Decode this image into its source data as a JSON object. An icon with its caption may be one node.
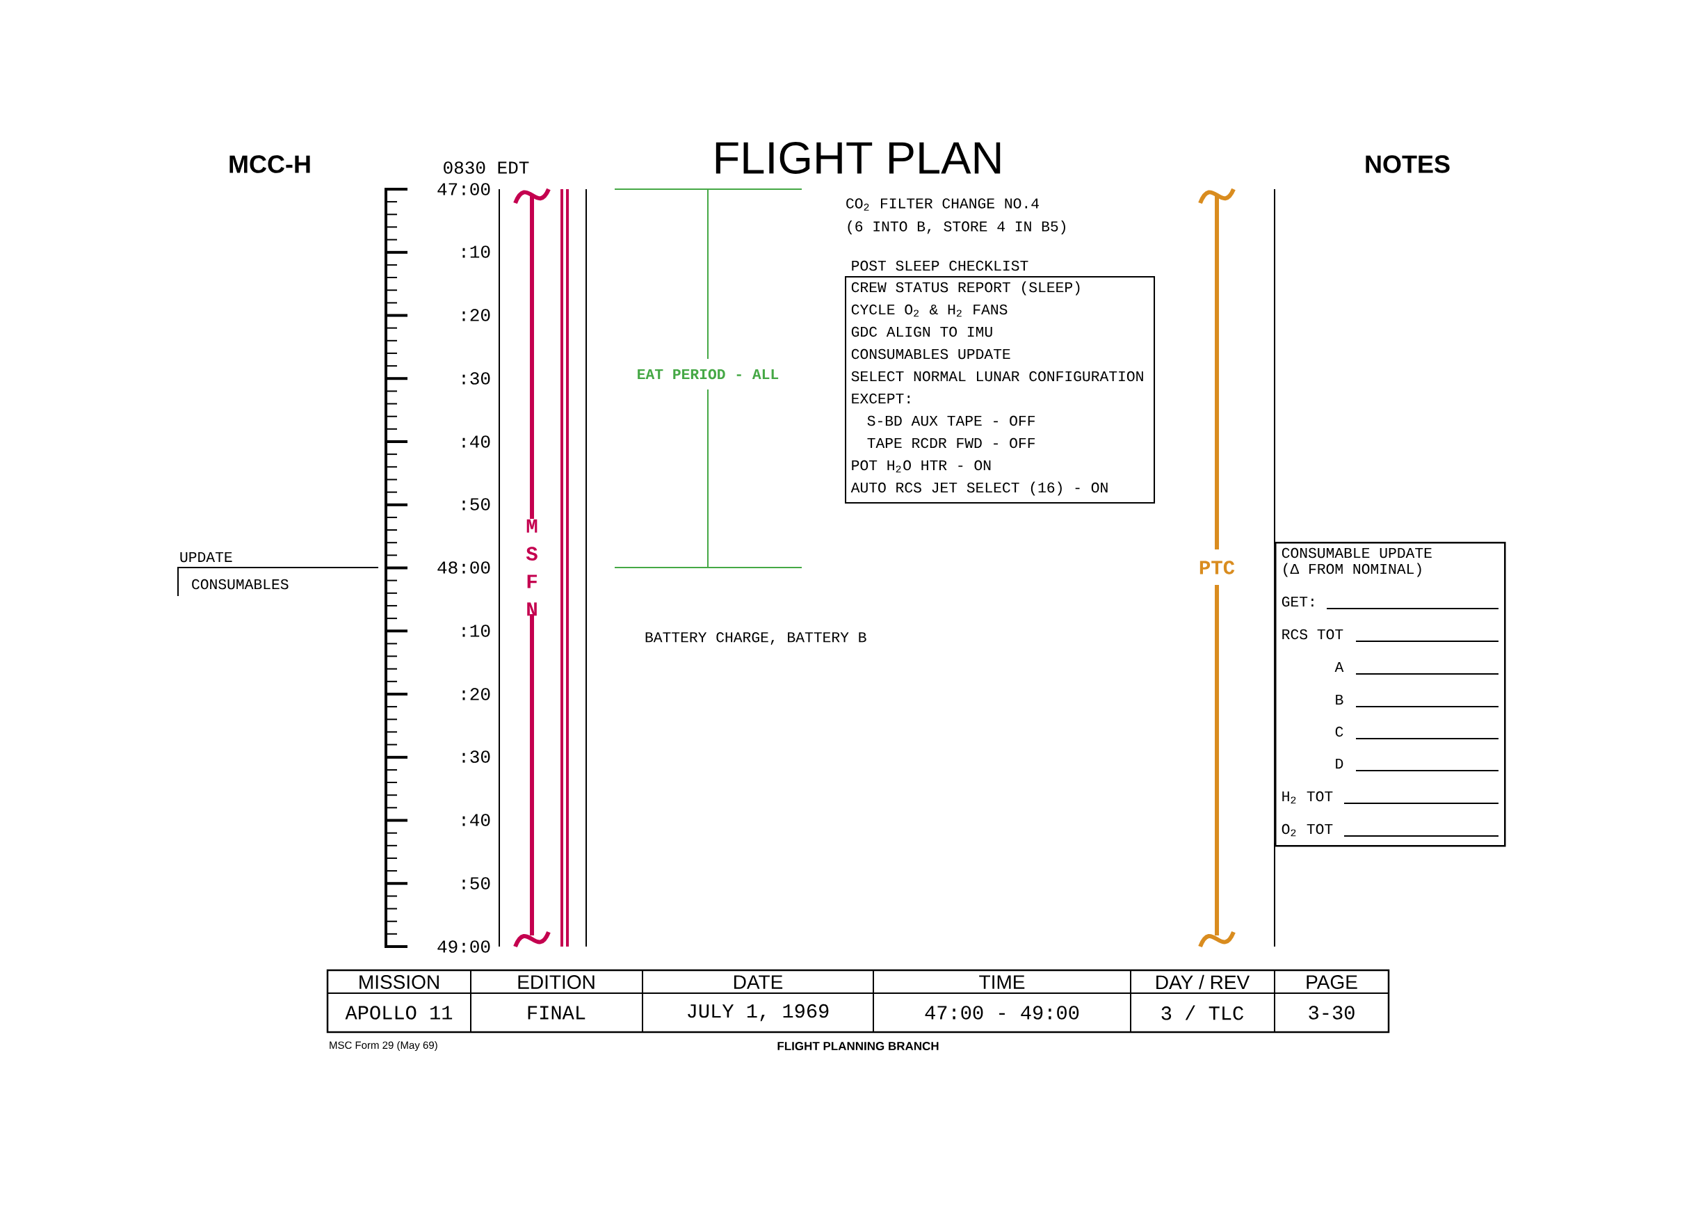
{
  "diagram": {
    "title": "FLIGHT PLAN",
    "nodes": [
      {
        "text": [
          "POST SLEEP CHECKLIST",
          "CREW STATUS REPORT (SLEEP)",
          "CYCLE O$_{2}$ & H$_{2}$ FANS",
          "GDC ALIGN TO IMU",
          "CONSUMABLES UPDATE",
          "SELECT NORMAL LUNAR CONFIGURATION",
          "EXCEPT:",
          "S-BD AUX TAPE - OFF",
          "TAPE RCDR FWD - OFF",
          "POT H$_{2}$O HTR - ON",
          "AUTO RCS JET SELECT (16) - ON"
        ]
      },
      {
        "text": [
          "CONSUMABLE UPDATE",
          "(Δ FROM NOMINAL)",
          "GET:",
          "RCS TOT",
          "A",
          "B",
          "C",
          "D",
          "H$_{2}$ TOT",
          "O$_{2}$ TOT"
        ]
      }
    ],
    "labels": [
      "MCC-H",
      "NOTES",
      "0830 EDT",
      "47:00",
      ":10",
      ":20",
      ":30",
      ":40",
      ":50",
      "48:00",
      ":10",
      ":20",
      ":30",
      ":40",
      ":50",
      "49:00",
      "MSFN",
      "EAT PERIOD - ALL",
      "CO$_{2}$ FILTER CHANGE NO.4",
      "(6 INTO B, STORE 4 IN B5)",
      "UPDATE",
      "CONSUMABLES",
      "PTC",
      "BATTERY CHARGE, BATTERY B",
      "MISSION",
      "EDITION",
      "DATE",
      "TIME",
      "DAY / REV",
      "PAGE",
      "APOLLO 11",
      "FINAL",
      "JULY 1, 1969",
      "47:00 - 49:00",
      "3 / TLC",
      "3-30",
      "MSC Form 29 (May 69)",
      "FLIGHT PLANNING BRANCH"
    ]
  }
}
